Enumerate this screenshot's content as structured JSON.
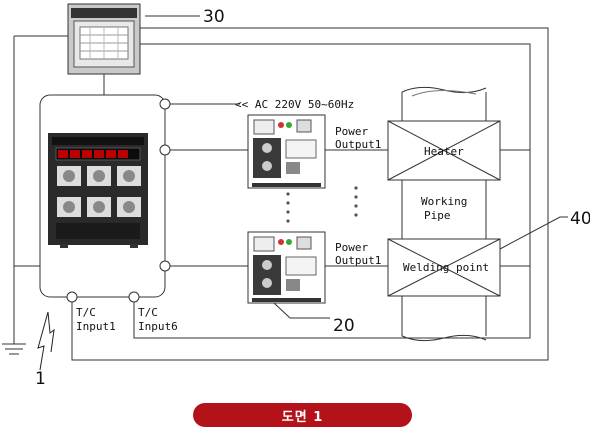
{
  "labels": {
    "ref_recorder": "30",
    "ref_controller": "1",
    "ref_power": "20",
    "ref_welding": "40",
    "ac_supply": "<< AC 220V 50~60Hz",
    "power_output_top_1": "Power",
    "power_output_top_2": "Output1",
    "power_output_bot_1": "Power",
    "power_output_bot_2": "Output1",
    "heater": "Heater",
    "working_pipe_1": "Working",
    "working_pipe_2": "Pipe",
    "welding_point": "Welding point",
    "tc_input1_1": "T/C",
    "tc_input1_2": "Input1",
    "tc_input6_1": "T/C",
    "tc_input6_2": "Input6"
  },
  "caption": "도면 1",
  "colors": {
    "caption_bg": "#b3121a",
    "line": "#333333"
  }
}
